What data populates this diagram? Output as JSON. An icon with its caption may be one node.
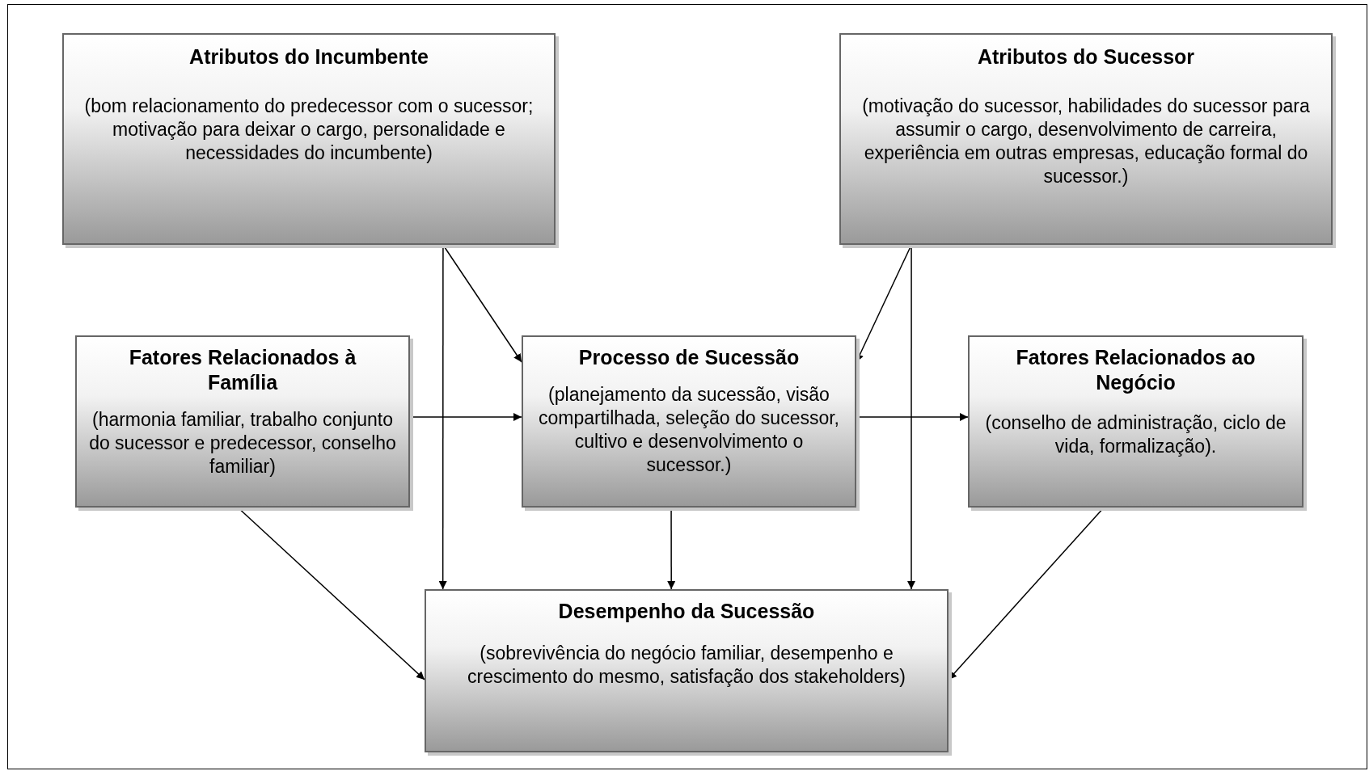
{
  "diagram": {
    "nodes": [
      {
        "text": [
          "Atributos do Incumbente",
          "(bom relacionamento do predecessor com o sucessor; motivação para deixar o cargo, personalidade e necessidades do incumbente)"
        ]
      },
      {
        "text": [
          "Atributos do Sucessor",
          "(motivação do sucessor, habilidades do sucessor para assumir o cargo, desenvolvimento de carreira, experiência em outras empresas, educação formal do sucessor.)"
        ]
      },
      {
        "text": [
          "Fatores Relacionados à Família",
          "(harmonia familiar, trabalho conjunto do sucessor e predecessor, conselho familiar)"
        ]
      },
      {
        "text": [
          "Processo de Sucessão",
          "(planejamento da sucessão, visão compartilhada, seleção do sucessor, cultivo e desenvolvimento o sucessor.)"
        ]
      },
      {
        "text": [
          "Fatores Relacionados ao Negócio",
          "(conselho de administração, ciclo de vida, formalização)."
        ]
      },
      {
        "text": [
          "Desempenho da Sucessão",
          "(sobrevivência do negócio familiar, desempenho e crescimento do mesmo, satisfação dos stakeholders)"
        ]
      }
    ],
    "edges": [
      {
        "from": 0,
        "to": 3,
        "arrow": "to"
      },
      {
        "from": 0,
        "to": 5,
        "arrow": "to"
      },
      {
        "from": 1,
        "to": 3,
        "arrow": "to"
      },
      {
        "from": 1,
        "to": 5,
        "arrow": "to"
      },
      {
        "from": 2,
        "to": 3,
        "arrow": "to"
      },
      {
        "from": 3,
        "to": 4,
        "arrow": "to"
      },
      {
        "from": 2,
        "to": 5,
        "arrow": "to"
      },
      {
        "from": 3,
        "to": 5,
        "arrow": "to"
      },
      {
        "from": 4,
        "to": 5,
        "arrow": "to"
      }
    ]
  }
}
